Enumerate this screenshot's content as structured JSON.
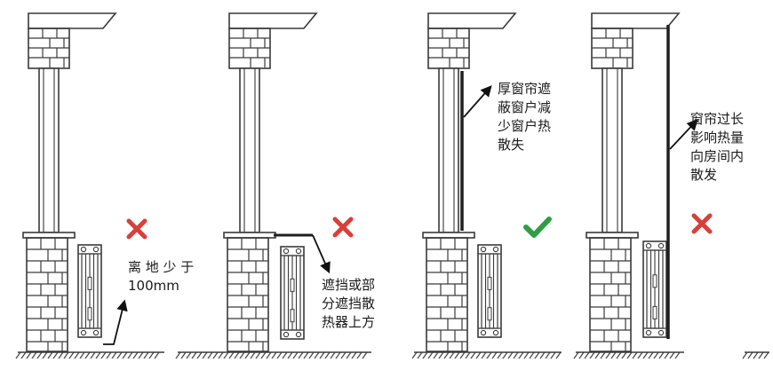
{
  "colors": {
    "line": "#3a3a3a",
    "curtain": "#1f1f1f",
    "wrong_mark": "#d9403a",
    "correct_mark": "#2f9e44",
    "background": "#ffffff"
  },
  "panels": [
    {
      "id": "p1",
      "status": "wrong",
      "status_icon": "cross-icon",
      "label": "离 地 少 于\n100mm"
    },
    {
      "id": "p2",
      "status": "wrong",
      "status_icon": "cross-icon",
      "label": "遮挡或部\n分遮挡散\n热器上方"
    },
    {
      "id": "p3",
      "status": "correct",
      "status_icon": "check-icon",
      "label": "厚窗帘遮\n蔽窗户减\n少窗户热\n散失"
    },
    {
      "id": "p4",
      "status": "wrong",
      "status_icon": "cross-icon",
      "label": "窗帘过长\n影响热量\n向房间内\n散发"
    }
  ]
}
